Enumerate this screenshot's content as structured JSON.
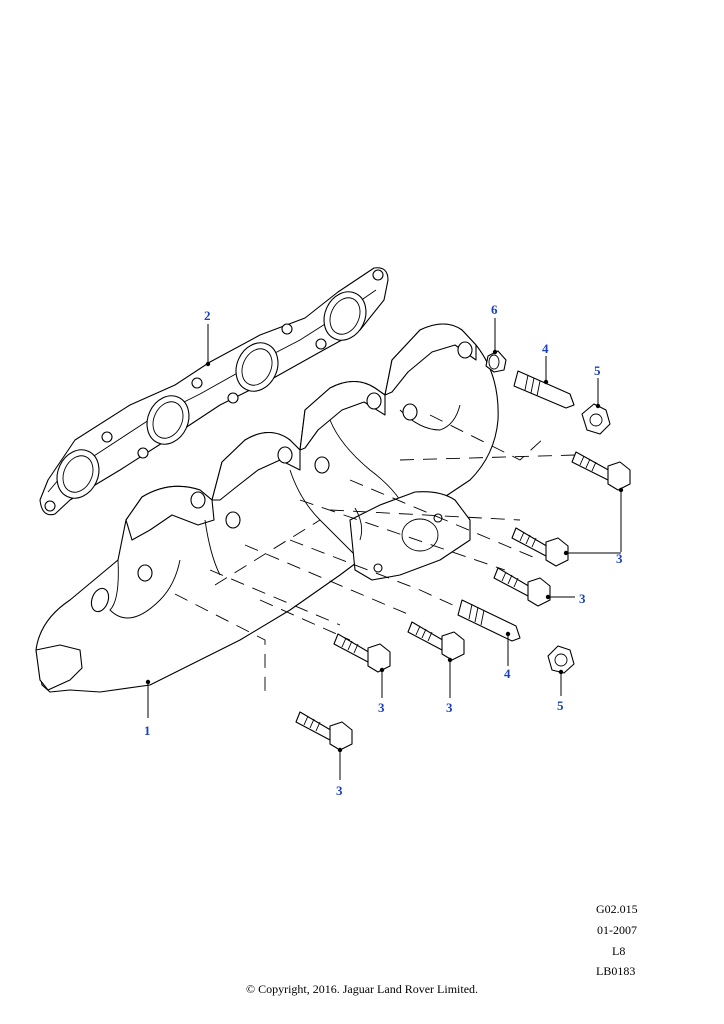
{
  "callouts": {
    "c1": "1",
    "c2": "2",
    "c3a": "3",
    "c3b": "3",
    "c3c": "3",
    "c3d": "3",
    "c3e": "3",
    "c4a": "4",
    "c4b": "4",
    "c5a": "5",
    "c5b": "5",
    "c6": "6"
  },
  "info": {
    "code": "G02.015",
    "date": "01-2007",
    "model": "L8",
    "ref": "LB0183"
  },
  "copyright": "© Copyright, 2016. Jaguar Land Rover Limited.",
  "colors": {
    "callout": "#1a3fbf",
    "line": "#000000",
    "background": "#ffffff"
  }
}
